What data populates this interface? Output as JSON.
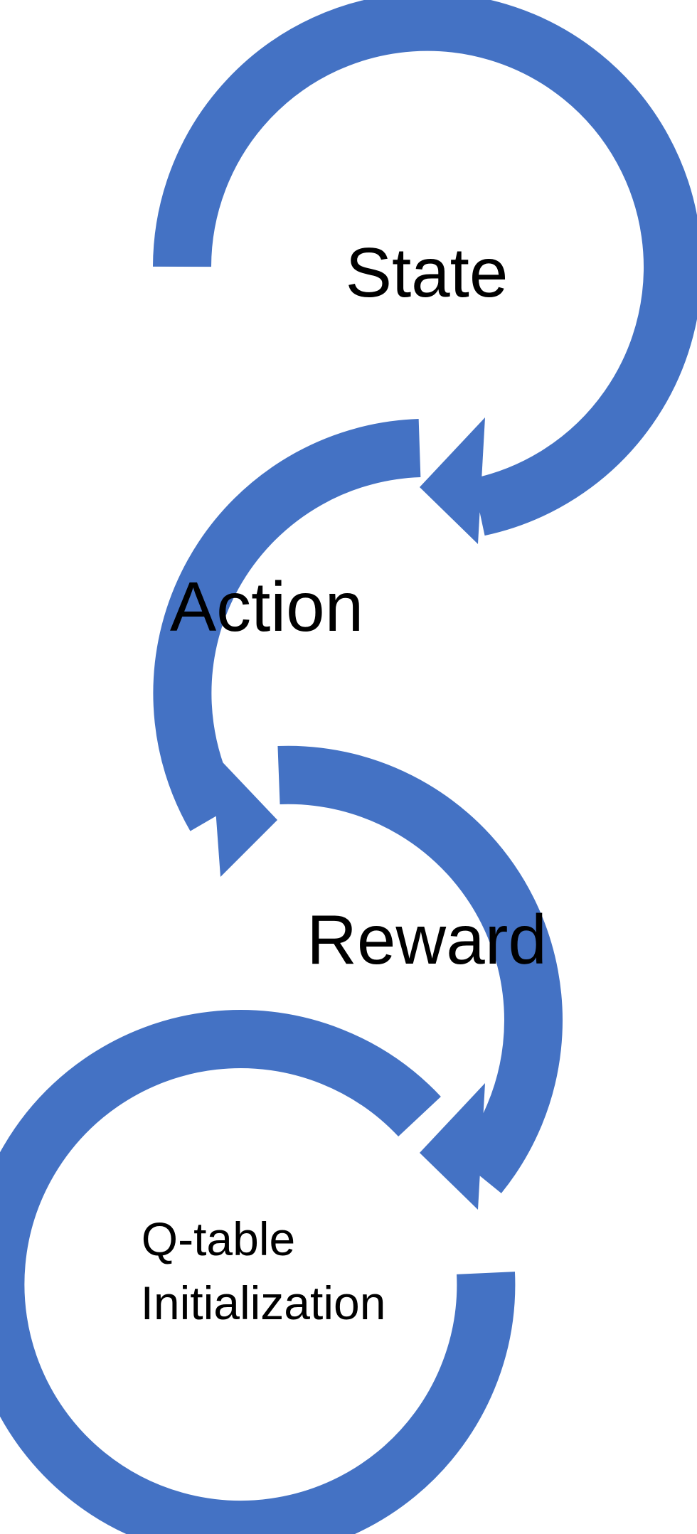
{
  "diagram": {
    "arrow_color": "#4472C4",
    "background": "#FFFFFF",
    "text_color": "#000000",
    "steps": [
      {
        "id": "state",
        "label": "State"
      },
      {
        "id": "action",
        "label": "Action"
      },
      {
        "id": "reward",
        "label": "Reward"
      },
      {
        "id": "qtable",
        "label_line1": "Q-table",
        "label_line2": "Initialization"
      }
    ]
  }
}
